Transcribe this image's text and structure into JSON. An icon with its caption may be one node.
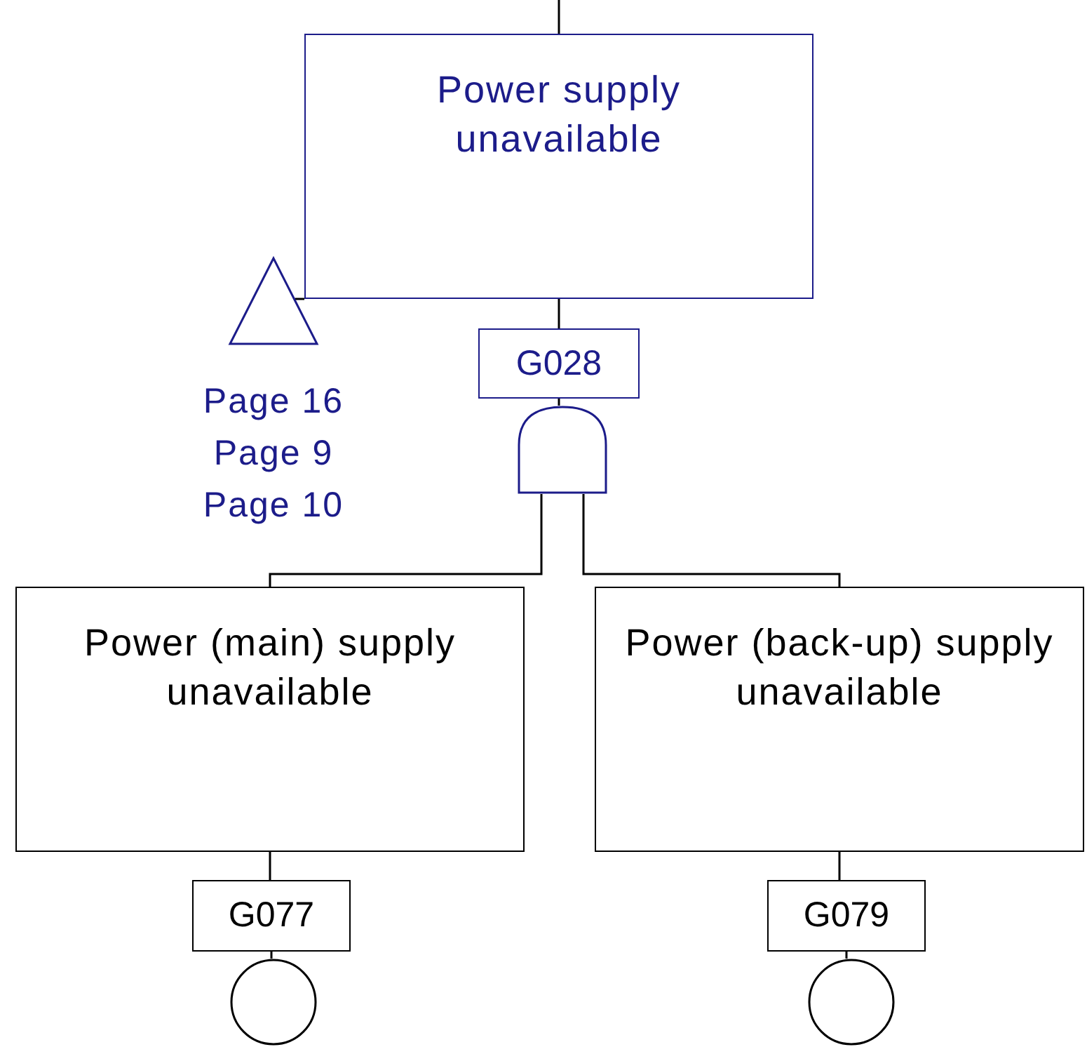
{
  "diagram": {
    "nodes": [
      {
        "text": [
          "Power supply unavailable"
        ]
      },
      {
        "text": [],
        "shape": "triangle",
        "beside": [
          "Page 16",
          "Page 9",
          "Page 10"
        ]
      },
      {
        "text": [
          "G028"
        ]
      },
      {
        "text": [],
        "shape": "and-gate"
      },
      {
        "text": [
          "Power (main) supply unavailable"
        ]
      },
      {
        "text": [
          "Power (back-up) supply unavailable"
        ]
      },
      {
        "text": [
          "G077"
        ]
      },
      {
        "text": [],
        "shape": "circle"
      },
      {
        "text": [
          "G079"
        ]
      },
      {
        "text": [],
        "shape": "circle"
      }
    ],
    "edges": [
      {
        "from": null,
        "to": 0,
        "arrow": "none"
      },
      {
        "from": 1,
        "to": 0,
        "arrow": "none"
      },
      {
        "from": 0,
        "to": 2,
        "arrow": "none"
      },
      {
        "from": 2,
        "to": 3,
        "arrow": "none"
      },
      {
        "from": 3,
        "to": 4,
        "arrow": "none"
      },
      {
        "from": 3,
        "to": 5,
        "arrow": "none"
      },
      {
        "from": 4,
        "to": 6,
        "arrow": "none"
      },
      {
        "from": 6,
        "to": 7,
        "arrow": "none"
      },
      {
        "from": 5,
        "to": 8,
        "arrow": "none"
      },
      {
        "from": 8,
        "to": 9,
        "arrow": "none"
      }
    ]
  }
}
